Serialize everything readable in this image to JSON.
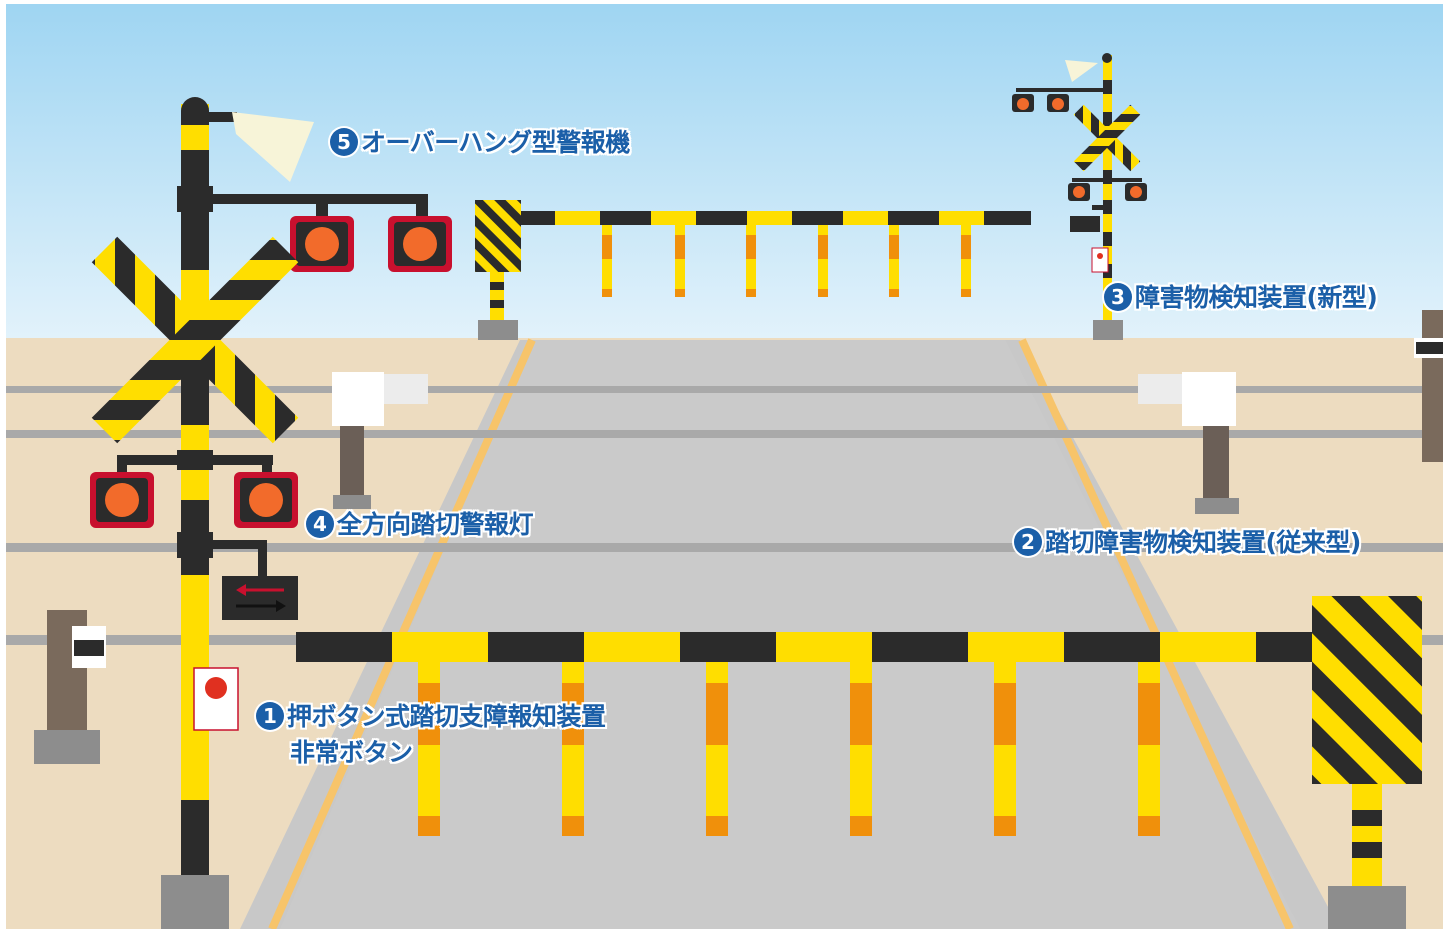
{
  "labels": {
    "l1": {
      "num": "1",
      "text": "押ボタン式踏切支障報知装置"
    },
    "l1b": {
      "text": "非常ボタン"
    },
    "l2": {
      "num": "2",
      "text": "踏切障害物検知装置(従来型)"
    },
    "l3": {
      "num": "3",
      "text": "障害物検知装置(新型)"
    },
    "l4": {
      "num": "4",
      "text": "全方向踏切警報灯"
    },
    "l5": {
      "num": "5",
      "text": "オーバーハング型警報機"
    }
  },
  "colors": {
    "sky_top": "#9fd5f2",
    "sky_bottom": "#dff0fa",
    "ground": "#eddcc0",
    "road": "#c8c8c8",
    "road_edge": "#b0b0b0",
    "road_line": "#f7c46a",
    "rail": "#a9a9a9",
    "yellow": "#ffde00",
    "black": "#2b2b2b",
    "orange": "#f0900b",
    "lamp_red": "#c8102e",
    "lamp_orange": "#f26b2b",
    "pole_base": "#8d8d8d",
    "label_blue": "#1b5fa8"
  },
  "icons": {
    "direction_sign": "direction-arrows-icon",
    "emergency_button": "emergency-button-icon"
  }
}
